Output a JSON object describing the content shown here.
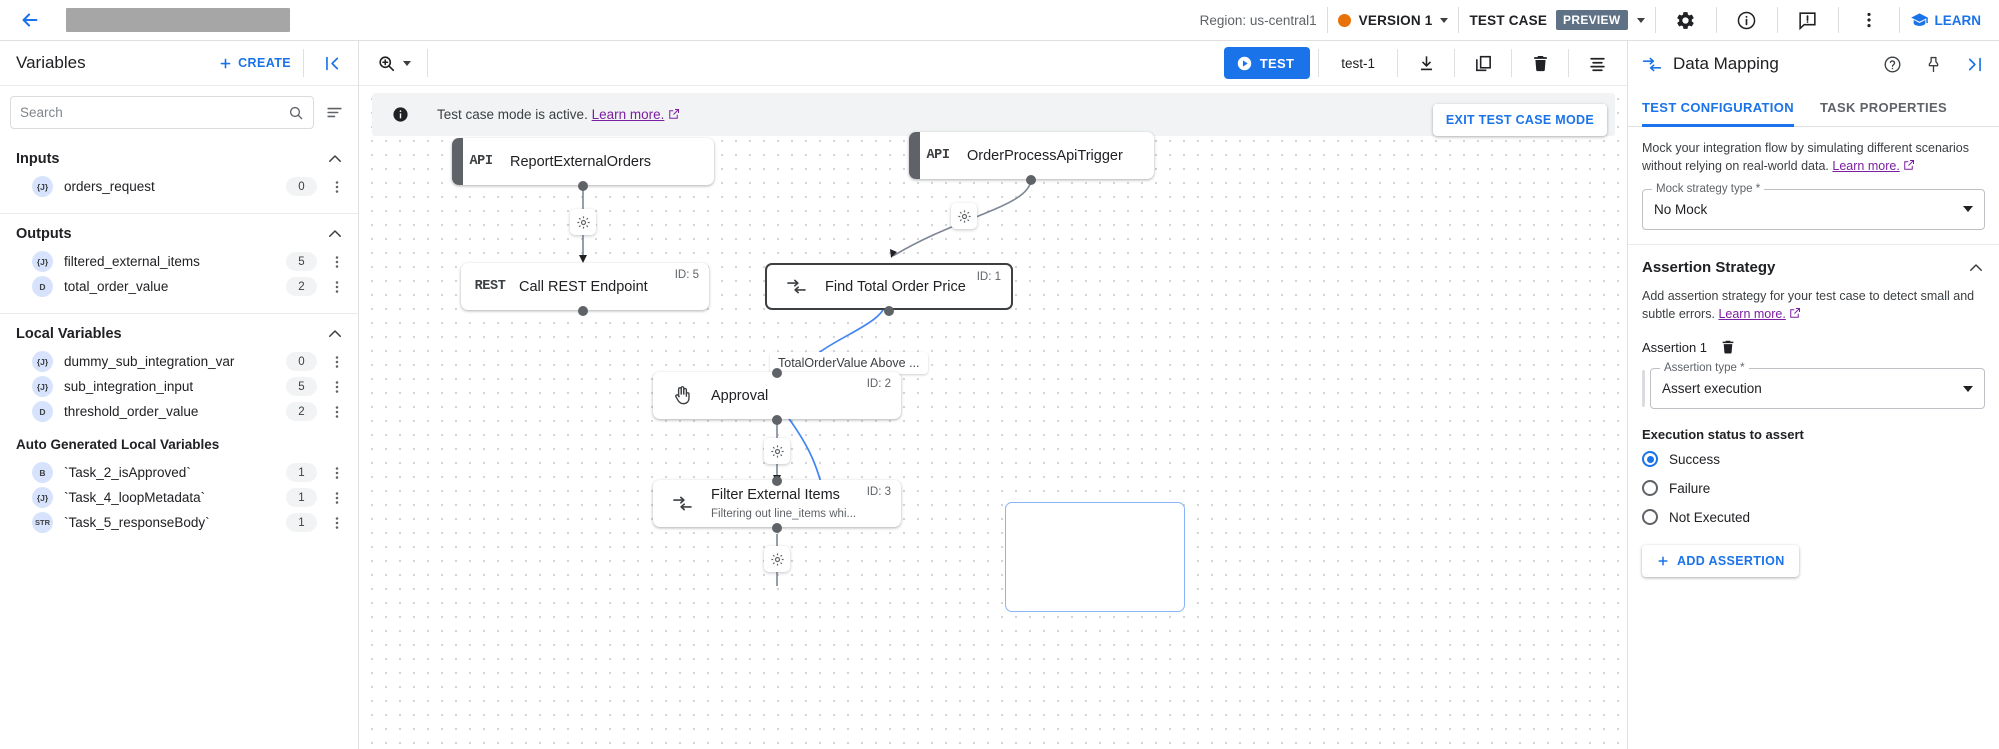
{
  "topbar": {
    "back_icon": "arrow-back-icon",
    "region_text": "Region: us-central1",
    "version_label": "VERSION 1",
    "test_case_label": "TEST CASE",
    "preview_badge": "PREVIEW",
    "learn_label": "LEARN",
    "accent_blue": "#1a73e8",
    "version_dot_color": "#e8710a",
    "preview_badge_color": "#5f7285"
  },
  "variables_panel": {
    "title": "Variables",
    "create_label": "CREATE",
    "search_placeholder": "Search",
    "search_value": "",
    "groups": [
      {
        "name": "Inputs",
        "items": [
          {
            "type": "{J}",
            "name": "orders_request",
            "count": "0"
          }
        ]
      },
      {
        "name": "Outputs",
        "items": [
          {
            "type": "{J}",
            "name": "filtered_external_items",
            "count": "5"
          },
          {
            "type": "D",
            "name": "total_order_value",
            "count": "2"
          }
        ]
      },
      {
        "name": "Local Variables",
        "items": [
          {
            "type": "{J}",
            "name": "dummy_sub_integration_var",
            "count": "0"
          },
          {
            "type": "{J}",
            "name": "sub_integration_input",
            "count": "5"
          },
          {
            "type": "D",
            "name": "threshold_order_value",
            "count": "2"
          }
        ],
        "subgroup": {
          "name": "Auto Generated Local Variables",
          "items": [
            {
              "type": "B",
              "name": "`Task_2_isApproved`",
              "count": "1"
            },
            {
              "type": "{J}",
              "name": "`Task_4_loopMetadata`",
              "count": "1"
            },
            {
              "type": "STR",
              "name": "`Task_5_responseBody`",
              "count": "1"
            }
          ]
        }
      }
    ]
  },
  "canvas_toolbar": {
    "zoom_icon": "zoom-in-icon",
    "test_button": "TEST",
    "test_name": "test-1",
    "download_icon": "download-icon",
    "copy_icon": "copy-icon",
    "delete_icon": "trash-icon",
    "list_icon": "list-icon"
  },
  "canvas": {
    "banner_text": "Test case mode is active.",
    "banner_link": "Learn more.",
    "exit_button": "EXIT TEST CASE MODE",
    "edge_label": "TotalOrderValue Above ...",
    "nodes": [
      {
        "id": "report-external-orders",
        "tag": "API",
        "title": "ReportExternalOrders",
        "subtitle": "",
        "node_id": ""
      },
      {
        "id": "order-process-api-trigger",
        "tag": "API",
        "title": "OrderProcessApiTrigger",
        "subtitle": "",
        "node_id": ""
      },
      {
        "id": "call-rest-endpoint",
        "tag": "REST",
        "title": "Call REST Endpoint",
        "subtitle": "",
        "node_id": "ID: 5"
      },
      {
        "id": "find-total-order-price",
        "tag": "",
        "title": "Find Total Order Price",
        "subtitle": "",
        "node_id": "ID: 1"
      },
      {
        "id": "approval",
        "tag": "",
        "title": "Approval",
        "subtitle": "",
        "node_id": "ID: 2"
      },
      {
        "id": "filter-external-items",
        "tag": "",
        "title": "Filter External Items",
        "subtitle": "Filtering out line_items whi...",
        "node_id": "ID: 3"
      }
    ]
  },
  "right_panel": {
    "title": "Data Mapping",
    "help_icon": "help-icon",
    "pin_icon": "pin-icon",
    "expand_icon": "collapse-right-icon",
    "tabs": [
      {
        "label": "TEST CONFIGURATION",
        "active": true
      },
      {
        "label": "TASK PROPERTIES",
        "active": false
      }
    ],
    "mock_description": "Mock your integration flow by simulating different scenarios without relying on real-world data.",
    "mock_link": "Learn more.",
    "mock_field_label": "Mock strategy type *",
    "mock_field_value": "No Mock",
    "assertion_section_title": "Assertion Strategy",
    "assertion_description": "Add assertion strategy for your test case to detect small and subtle errors.",
    "assertion_link": "Learn more.",
    "assertion_item_label": "Assertion 1",
    "assertion_type_label": "Assertion type *",
    "assertion_type_value": "Assert execution",
    "execution_status_label": "Execution status to assert",
    "radios": [
      {
        "label": "Success",
        "selected": true
      },
      {
        "label": "Failure",
        "selected": false
      },
      {
        "label": "Not Executed",
        "selected": false
      }
    ],
    "add_assertion_label": "ADD ASSERTION"
  }
}
